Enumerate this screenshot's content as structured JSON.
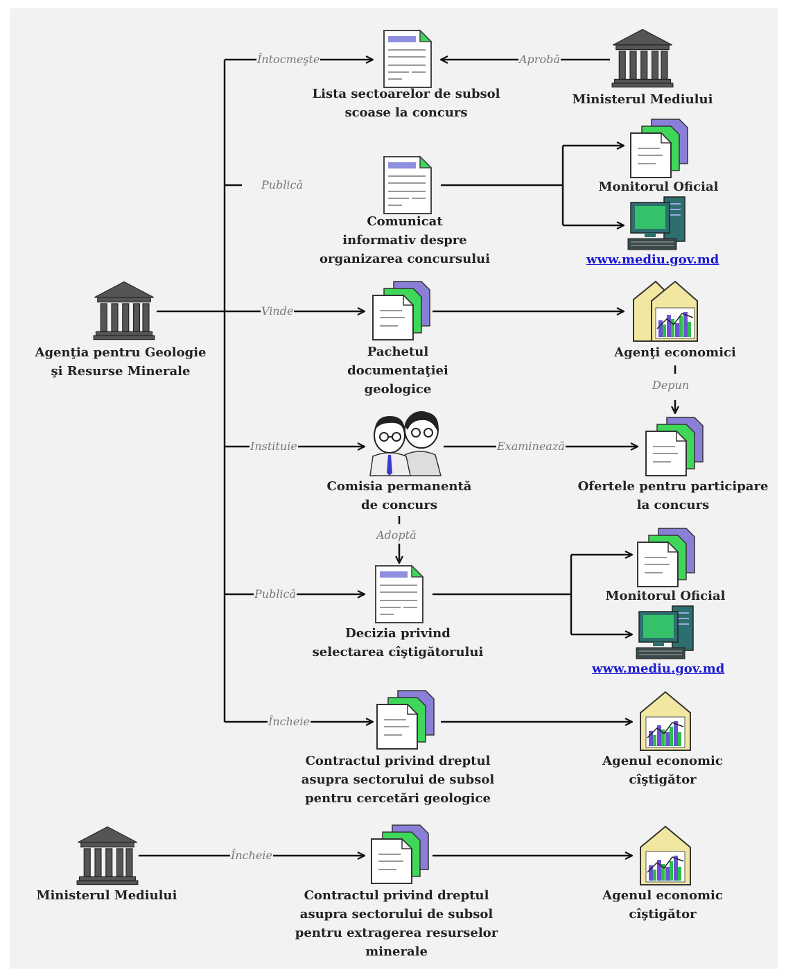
{
  "actors": {
    "agency": [
      "Agenţia pentru Geologie",
      "şi Resurse Minerale"
    ],
    "ministry_top": [
      "Ministerul Mediului"
    ],
    "ministry_bottom": [
      "Ministerul Mediului"
    ]
  },
  "nodes": {
    "lista": [
      "Lista sectoarelor de subsol",
      "scoase la concurs"
    ],
    "comunicat": [
      "Comunicat",
      "informativ despre",
      "organizarea concursului"
    ],
    "pachetul": [
      "Pachetul",
      "documentaţiei",
      "geologice"
    ],
    "comisia": [
      "Comisia permanentă",
      "de concurs"
    ],
    "decizia": [
      "Decizia privind",
      "selectarea cîştigătorului"
    ],
    "contract_cercetari": [
      "Contractul privind dreptul",
      "asupra sectorului de subsol",
      "pentru cercetări geologice"
    ],
    "contract_extragere": [
      "Contractul privind dreptul",
      "asupra sectorului de subsol",
      "pentru extragerea resurselor",
      "minerale"
    ],
    "monitorul_1": [
      "Monitorul Oficial"
    ],
    "website_1": "www.mediu.gov.md",
    "agenti_economici": [
      "Agenţi economici"
    ],
    "ofertele": [
      "Ofertele pentru participare",
      "la concurs"
    ],
    "monitorul_2": [
      "Monitorul Oficial"
    ],
    "website_2": "www.mediu.gov.md",
    "agent_castigator_1": [
      "Agenul economic",
      "cîştigător"
    ],
    "agent_castigator_2": [
      "Agenul economic",
      "cîştigător"
    ]
  },
  "edges": {
    "intocmeste": "Întocmeşte",
    "aproba": "Aprobă",
    "publica_1": "Publică",
    "vinde": "Vinde",
    "depun": "Depun",
    "instituie": "Instituie",
    "examineaza": "Examinează",
    "adopta": "Adoptă",
    "publica_2": "Publică",
    "incheie_1": "Încheie",
    "incheie_2": "Încheie"
  },
  "colors": {
    "doc_header": "#8f8fe0",
    "doc_green": "#3fd75a",
    "doc_purple": "#8a7fd8",
    "screen": "#35c06a",
    "monitor_body": "#2d6e6e",
    "link": "#1a1ad2",
    "building": "#555555"
  }
}
